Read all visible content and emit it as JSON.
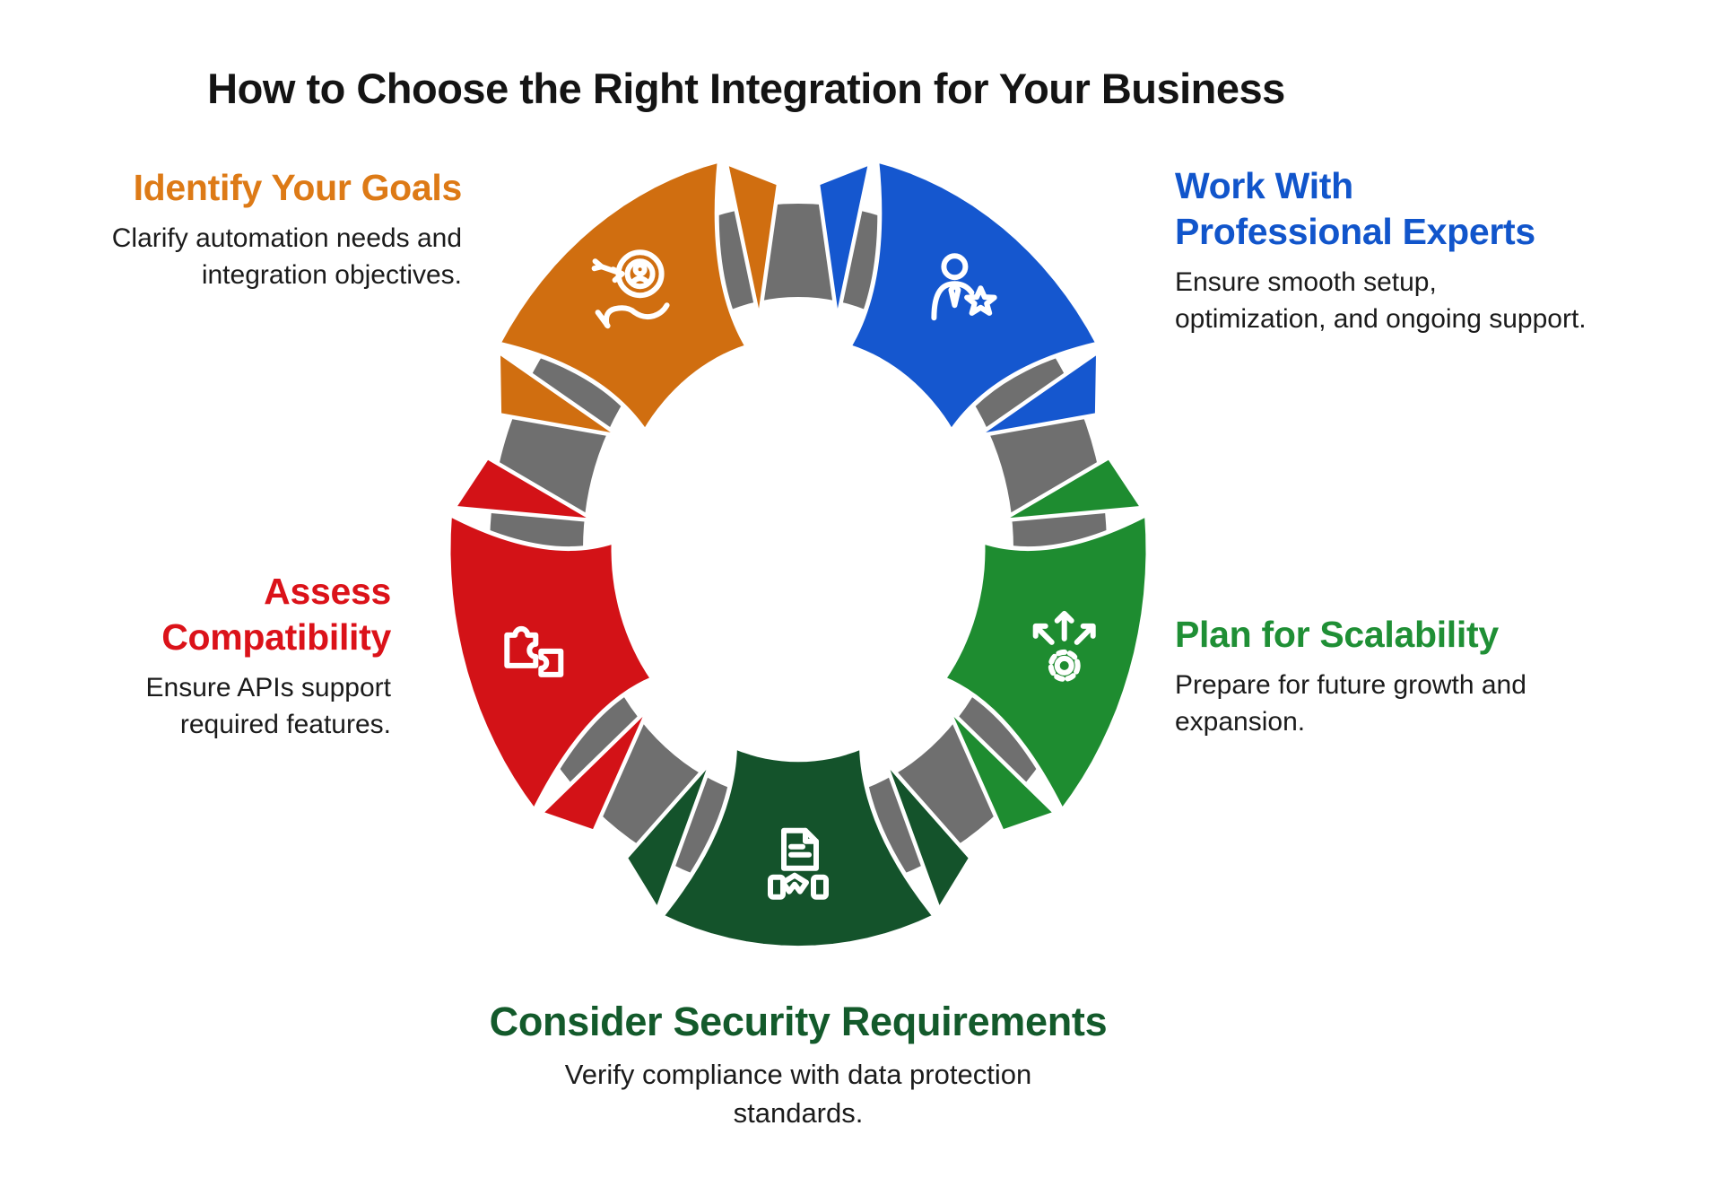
{
  "title": "How to Choose the Right Integration for Your Business",
  "title_color": "#141414",
  "description_color": "#1B1B1B",
  "diagram": {
    "ring_color": "#6F6F6F",
    "outline_color": "#FFFFFF",
    "segments": [
      {
        "id": "identify-goals",
        "label": [
          "Identify Your Goals"
        ],
        "description": [
          "Clarify automation needs and",
          "integration objectives."
        ],
        "color": "#D06E10",
        "heading_color": "#DD7A16",
        "icon": "target-hand-icon"
      },
      {
        "id": "professional-experts",
        "label": [
          "Work With",
          "Professional Experts"
        ],
        "description": [
          "Ensure smooth setup,",
          "optimization, and ongoing support."
        ],
        "color": "#1557CF",
        "heading_color": "#1155CB",
        "icon": "person-star-icon"
      },
      {
        "id": "plan-scalability",
        "label": [
          "Plan for Scalability"
        ],
        "description": [
          "Prepare for future growth and",
          "expansion."
        ],
        "color": "#1E8C30",
        "heading_color": "#1F8F35",
        "icon": "arrows-gear-icon"
      },
      {
        "id": "consider-security",
        "label": [
          "Consider Security Requirements"
        ],
        "description": [
          "Verify compliance with data protection",
          "standards."
        ],
        "color": "#14532B",
        "heading_color": "#135A2B",
        "icon": "doc-handshake-icon"
      },
      {
        "id": "assess-compatibility",
        "label": [
          "Assess",
          "Compatibility"
        ],
        "description": [
          "Ensure APIs support",
          "required features."
        ],
        "color": "#D31217",
        "heading_color": "#DB1219",
        "icon": "puzzle-icon"
      }
    ]
  }
}
